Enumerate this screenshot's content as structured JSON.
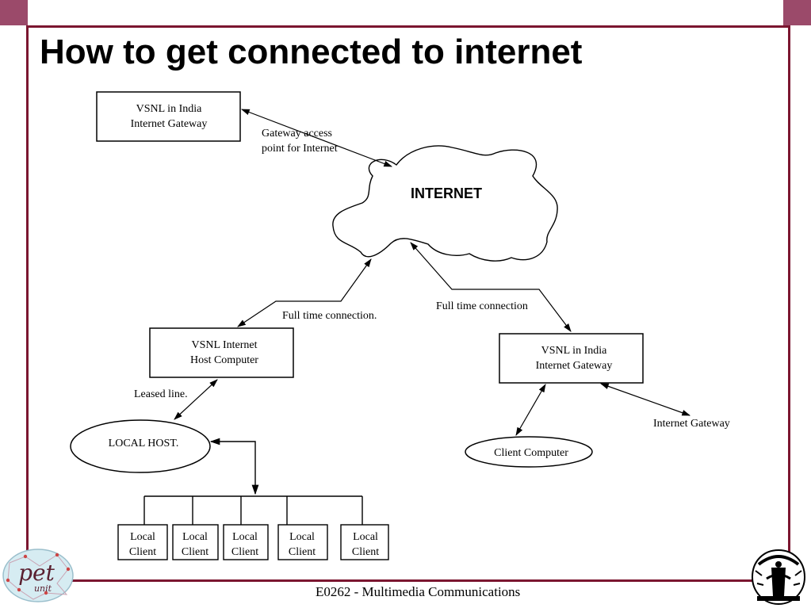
{
  "slide": {
    "title": "How to get connected to internet",
    "footer": "E0262 - Multimedia Communications",
    "accent_color": "#7b1630",
    "corner_color": "#9b4a6a"
  },
  "diagram": {
    "cloud_label": "INTERNET",
    "nodes": {
      "gateway_top": [
        "VSNL in India",
        "Internet Gateway"
      ],
      "host_computer": [
        "VSNL Internet",
        "Host Computer"
      ],
      "gateway_right": [
        "VSNL in India",
        "Internet Gateway"
      ],
      "local_host": "LOCAL HOST.",
      "client_computer": "Client Computer",
      "local_clients": [
        [
          "Local",
          "Client"
        ],
        [
          "Local",
          "Client"
        ],
        [
          "Local",
          "Client"
        ],
        [
          "Local",
          "Client"
        ],
        [
          "Local",
          "Client"
        ]
      ]
    },
    "edge_labels": {
      "gateway_access": [
        "Gateway access",
        "point for Internet"
      ],
      "full_time_left": "Full time connection.",
      "full_time_right": "Full time connection",
      "leased_line": "Leased line.",
      "internet_gateway": "Internet Gateway"
    }
  },
  "logos": {
    "left_text": "pet",
    "left_subtext": "unit"
  }
}
